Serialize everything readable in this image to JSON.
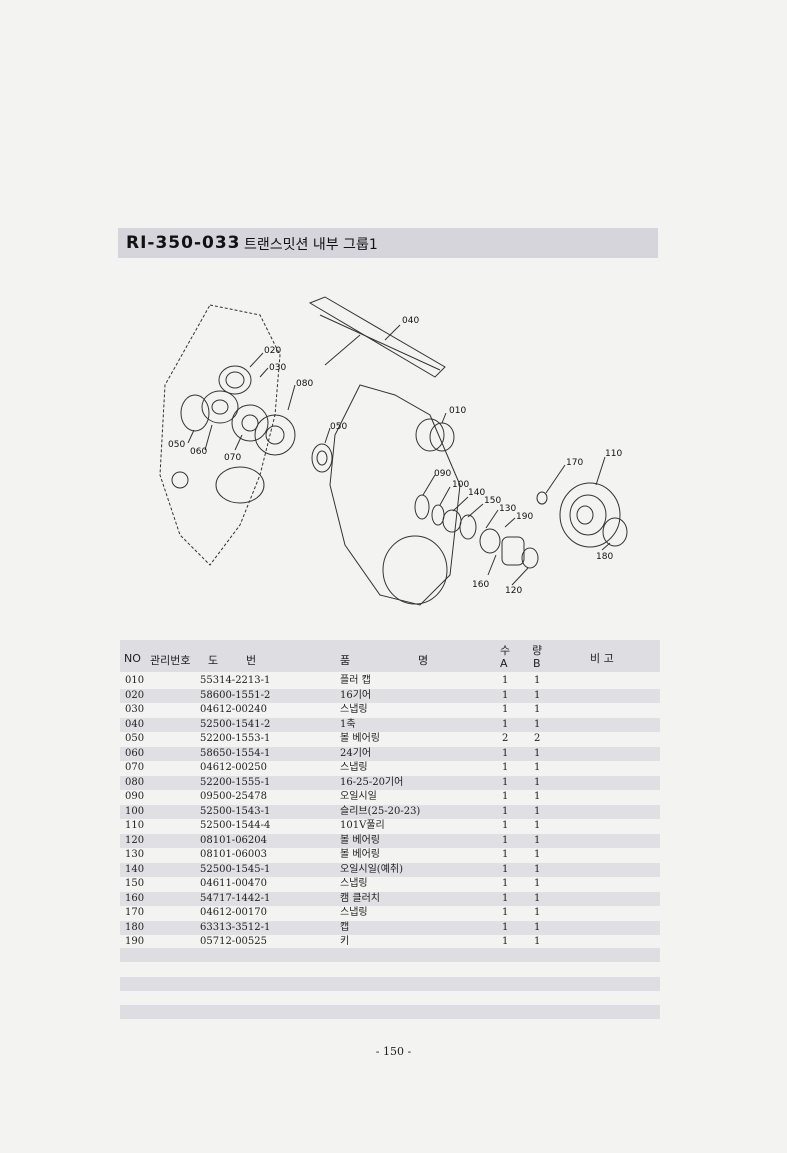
{
  "title": {
    "code": "RI-350-033",
    "name": "트랜스밋션 내부 그룹1"
  },
  "diagram_labels": [
    "040",
    "020",
    "030",
    "080",
    "010",
    "050",
    "070",
    "060",
    "050",
    "090",
    "100",
    "140",
    "150",
    "130",
    "190",
    "170",
    "110",
    "180",
    "160",
    "120"
  ],
  "table": {
    "headers": {
      "no": "NO",
      "mgmt": "관리번호",
      "drawing_1": "도",
      "drawing_2": "번",
      "name_1": "품",
      "name_2": "명",
      "qty": "수",
      "qty2": "량",
      "qty_a": "A",
      "qty_b": "B",
      "remark": "비 고"
    },
    "rows": [
      {
        "no": "010",
        "drawing": "55314-2213-1",
        "name": "플러 캡",
        "a": "1",
        "b": "1"
      },
      {
        "no": "020",
        "drawing": "58600-1551-2",
        "name": "16기어",
        "a": "1",
        "b": "1"
      },
      {
        "no": "030",
        "drawing": "04612-00240",
        "name": "스냅링",
        "a": "1",
        "b": "1"
      },
      {
        "no": "040",
        "drawing": "52500-1541-2",
        "name": "1축",
        "a": "1",
        "b": "1"
      },
      {
        "no": "050",
        "drawing": "52200-1553-1",
        "name": "볼 베어링",
        "a": "2",
        "b": "2"
      },
      {
        "no": "060",
        "drawing": "58650-1554-1",
        "name": "24기어",
        "a": "1",
        "b": "1"
      },
      {
        "no": "070",
        "drawing": "04612-00250",
        "name": "스냅링",
        "a": "1",
        "b": "1"
      },
      {
        "no": "080",
        "drawing": "52200-1555-1",
        "name": "16-25-20기어",
        "a": "1",
        "b": "1"
      },
      {
        "no": "090",
        "drawing": "09500-25478",
        "name": "오일시일",
        "a": "1",
        "b": "1"
      },
      {
        "no": "100",
        "drawing": "52500-1543-1",
        "name": "슬리브(25-20-23)",
        "a": "1",
        "b": "1"
      },
      {
        "no": "110",
        "drawing": "52500-1544-4",
        "name": "101V풀리",
        "a": "1",
        "b": "1"
      },
      {
        "no": "120",
        "drawing": "08101-06204",
        "name": "볼 베어링",
        "a": "1",
        "b": "1"
      },
      {
        "no": "130",
        "drawing": "08101-06003",
        "name": "볼 베어링",
        "a": "1",
        "b": "1"
      },
      {
        "no": "140",
        "drawing": "52500-1545-1",
        "name": "오일시일(예취)",
        "a": "1",
        "b": "1"
      },
      {
        "no": "150",
        "drawing": "04611-00470",
        "name": "스냅링",
        "a": "1",
        "b": "1"
      },
      {
        "no": "160",
        "drawing": "54717-1442-1",
        "name": "캠 클러치",
        "a": "1",
        "b": "1"
      },
      {
        "no": "170",
        "drawing": "04612-00170",
        "name": "스냅링",
        "a": "1",
        "b": "1"
      },
      {
        "no": "180",
        "drawing": "63313-3512-1",
        "name": "캡",
        "a": "1",
        "b": "1"
      },
      {
        "no": "190",
        "drawing": "05712-00525",
        "name": "키",
        "a": "1",
        "b": "1"
      }
    ]
  },
  "page_number": "- 150 -"
}
